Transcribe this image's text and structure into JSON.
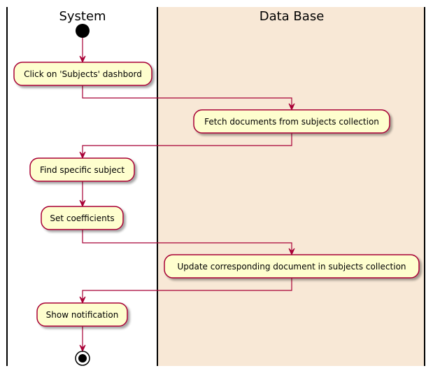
{
  "lanes": [
    {
      "title": "System"
    },
    {
      "title": "Data Base",
      "fill": "#F8E8D6"
    }
  ],
  "activities": {
    "click_subjects": "Click on 'Subjects' dashbord",
    "fetch_documents": "Fetch documents from subjects collection",
    "find_subject": "Find specific subject",
    "set_coefficients": "Set coefficients",
    "update_document": "Update corresponding document in subjects collection",
    "show_notification": "Show notification"
  },
  "colors": {
    "node_fill": "#FEFECE",
    "node_border": "#A80036",
    "arrow": "#A80036",
    "lane_border": "#000000"
  }
}
